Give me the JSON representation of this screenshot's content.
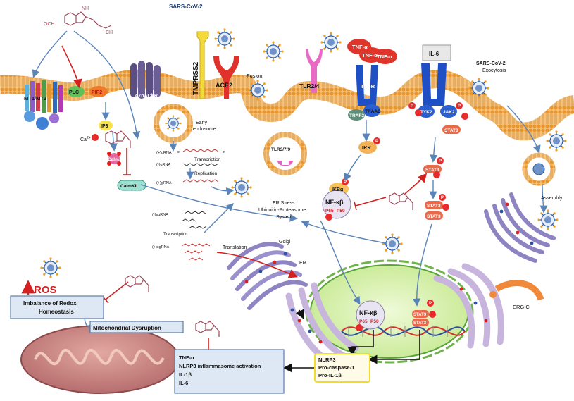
{
  "labels": {
    "sars_top": "SARS-CoV-2",
    "sars_exo": "SARS-CoV-2",
    "exocytosis": "Exocytosis",
    "och3": "OCH",
    "nh": "NH",
    "nh_co_ch3": "CH",
    "mt": "MT1/MT2",
    "plc": "PLC",
    "pip2": "PIP2",
    "ip3": "IP3",
    "ca2": "Ca",
    "calm": "Calm",
    "calmkii": "CalmKII",
    "a7": "α7nAChR",
    "tmprss2": "TMPRSS2",
    "ace2": "ACE2",
    "fusion": "Fusion",
    "tlr24": "TLR2/4",
    "tnfa1": "TNF-α",
    "tnfa2": "TNF-α",
    "tnfa3": "TNF-α",
    "tnfr": "TNFR",
    "traad": "TRAAD",
    "traf2": "TRAF2",
    "il6": "IL-6",
    "tyk2": "TYK2",
    "jak2": "JAK2",
    "stat3": "STAT3",
    "p": "P",
    "early1": "Early",
    "early2": "endosome",
    "tlr379": "TLR3/7/9",
    "ikk": "IKK",
    "ikba": "IKBα",
    "nfkb": "NF-κβ",
    "p65": "P65",
    "p50": "P50",
    "pgRNA": "(+)gRNA",
    "ngRNA": "(-)gRNA",
    "pgRNA2": "(+)gRNA",
    "transcription": "Transcription",
    "replication": "Replication",
    "nsgRNA": "(-)sgRNA",
    "psgRNA": "(+)sgRNA",
    "transcription2": "Transcription",
    "translation": "Translation",
    "five": "5'",
    "three": "3'",
    "er_stress1": "ER Stress",
    "er_stress2": "Ubiquitin-Proteasome",
    "er_stress3": "System",
    "golgi": "Golgi",
    "er": "ER",
    "ergic": "ERGIC",
    "assembly": "Assembly",
    "ros": "ROS",
    "imbalance1": "Imbalance of Redox",
    "imbalance2": "Homeostasis",
    "mito": "Mitochondrial Dysruption",
    "out1": "TNF-α",
    "out2": "NLRP3 inflammasome activation",
    "out3": "IL-1β",
    "out4": "IL-6",
    "nlrp1": "NLRP3",
    "nlrp2": "Pro-caspase-1",
    "nlrp3": "Pro-IL-1β",
    "sub3": "3",
    "sup2": "2+"
  },
  "colors": {
    "membrane": "#f3b15e",
    "membrane_dark": "#d88a2e",
    "nucleus": "#d9f2b0",
    "nucleus_edge": "#5aa33a",
    "box_fill": "#dde8f4",
    "box_edge": "#5b7fa8",
    "nlrp_edge": "#f0dc2c",
    "red": "#e02020",
    "blue_receptor": "#1e4fc4",
    "purple": "#6a5a8c",
    "mito": "#c47878"
  }
}
